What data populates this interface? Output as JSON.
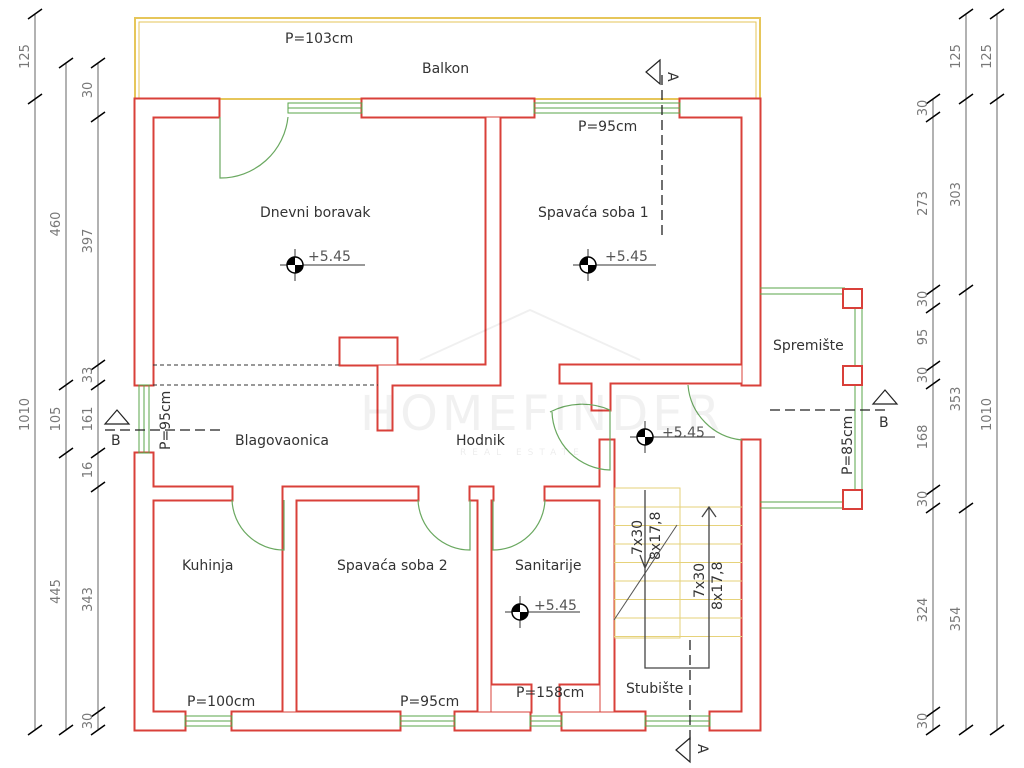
{
  "rooms": {
    "balkon": "Balkon",
    "dnevni": "Dnevni boravak",
    "spavaca1": "Spavaća soba 1",
    "spremiste": "Spremište",
    "blagovaonica": "Blagovaonica",
    "hodnik": "Hodnik",
    "kuhinja": "Kuhinja",
    "spavaca2": "Spavaća soba 2",
    "sanitarije": "Sanitarije",
    "stubiste": "Stubište"
  },
  "levels": {
    "dnevni": "+5.45",
    "spavaca1": "+5.45",
    "hodnik": "+5.45",
    "sanitarije": "+5.45"
  },
  "openings": {
    "balkon": "P=103cm",
    "spavaca1": "P=95cm",
    "blagovaonica": "P=95cm",
    "spremiste": "P=85cm",
    "kuhinja": "P=100cm",
    "spavaca2": "P=95cm",
    "sanitarije": "P=158cm"
  },
  "stairs": {
    "a1": "7x30",
    "a2": "8x17,8",
    "b1": "7x30",
    "b2": "8x17,8"
  },
  "sections": {
    "a_top": "A",
    "a_bottom": "A",
    "b_left": "B",
    "b_right": "B"
  },
  "dims_left": {
    "outer": [
      "125",
      "1010"
    ],
    "middle": [
      "460",
      "105",
      "445"
    ],
    "inner": [
      "30",
      "397",
      "33",
      "161",
      "16",
      "343",
      "30"
    ]
  },
  "dims_right": {
    "inner": [
      "30",
      "273",
      "30",
      "95",
      "30",
      "168",
      "30",
      "324",
      "30"
    ],
    "middle": [
      "125",
      "303",
      "353",
      "354"
    ],
    "outer": [
      "125",
      "1010"
    ]
  },
  "watermark": {
    "name": "HOMEFINDER",
    "sub": "REAL ESTATE"
  },
  "colors": {
    "wall": "#d9403a",
    "window": "#5aa64a",
    "balcony": "#e6c65a",
    "door": "#6aa860"
  }
}
